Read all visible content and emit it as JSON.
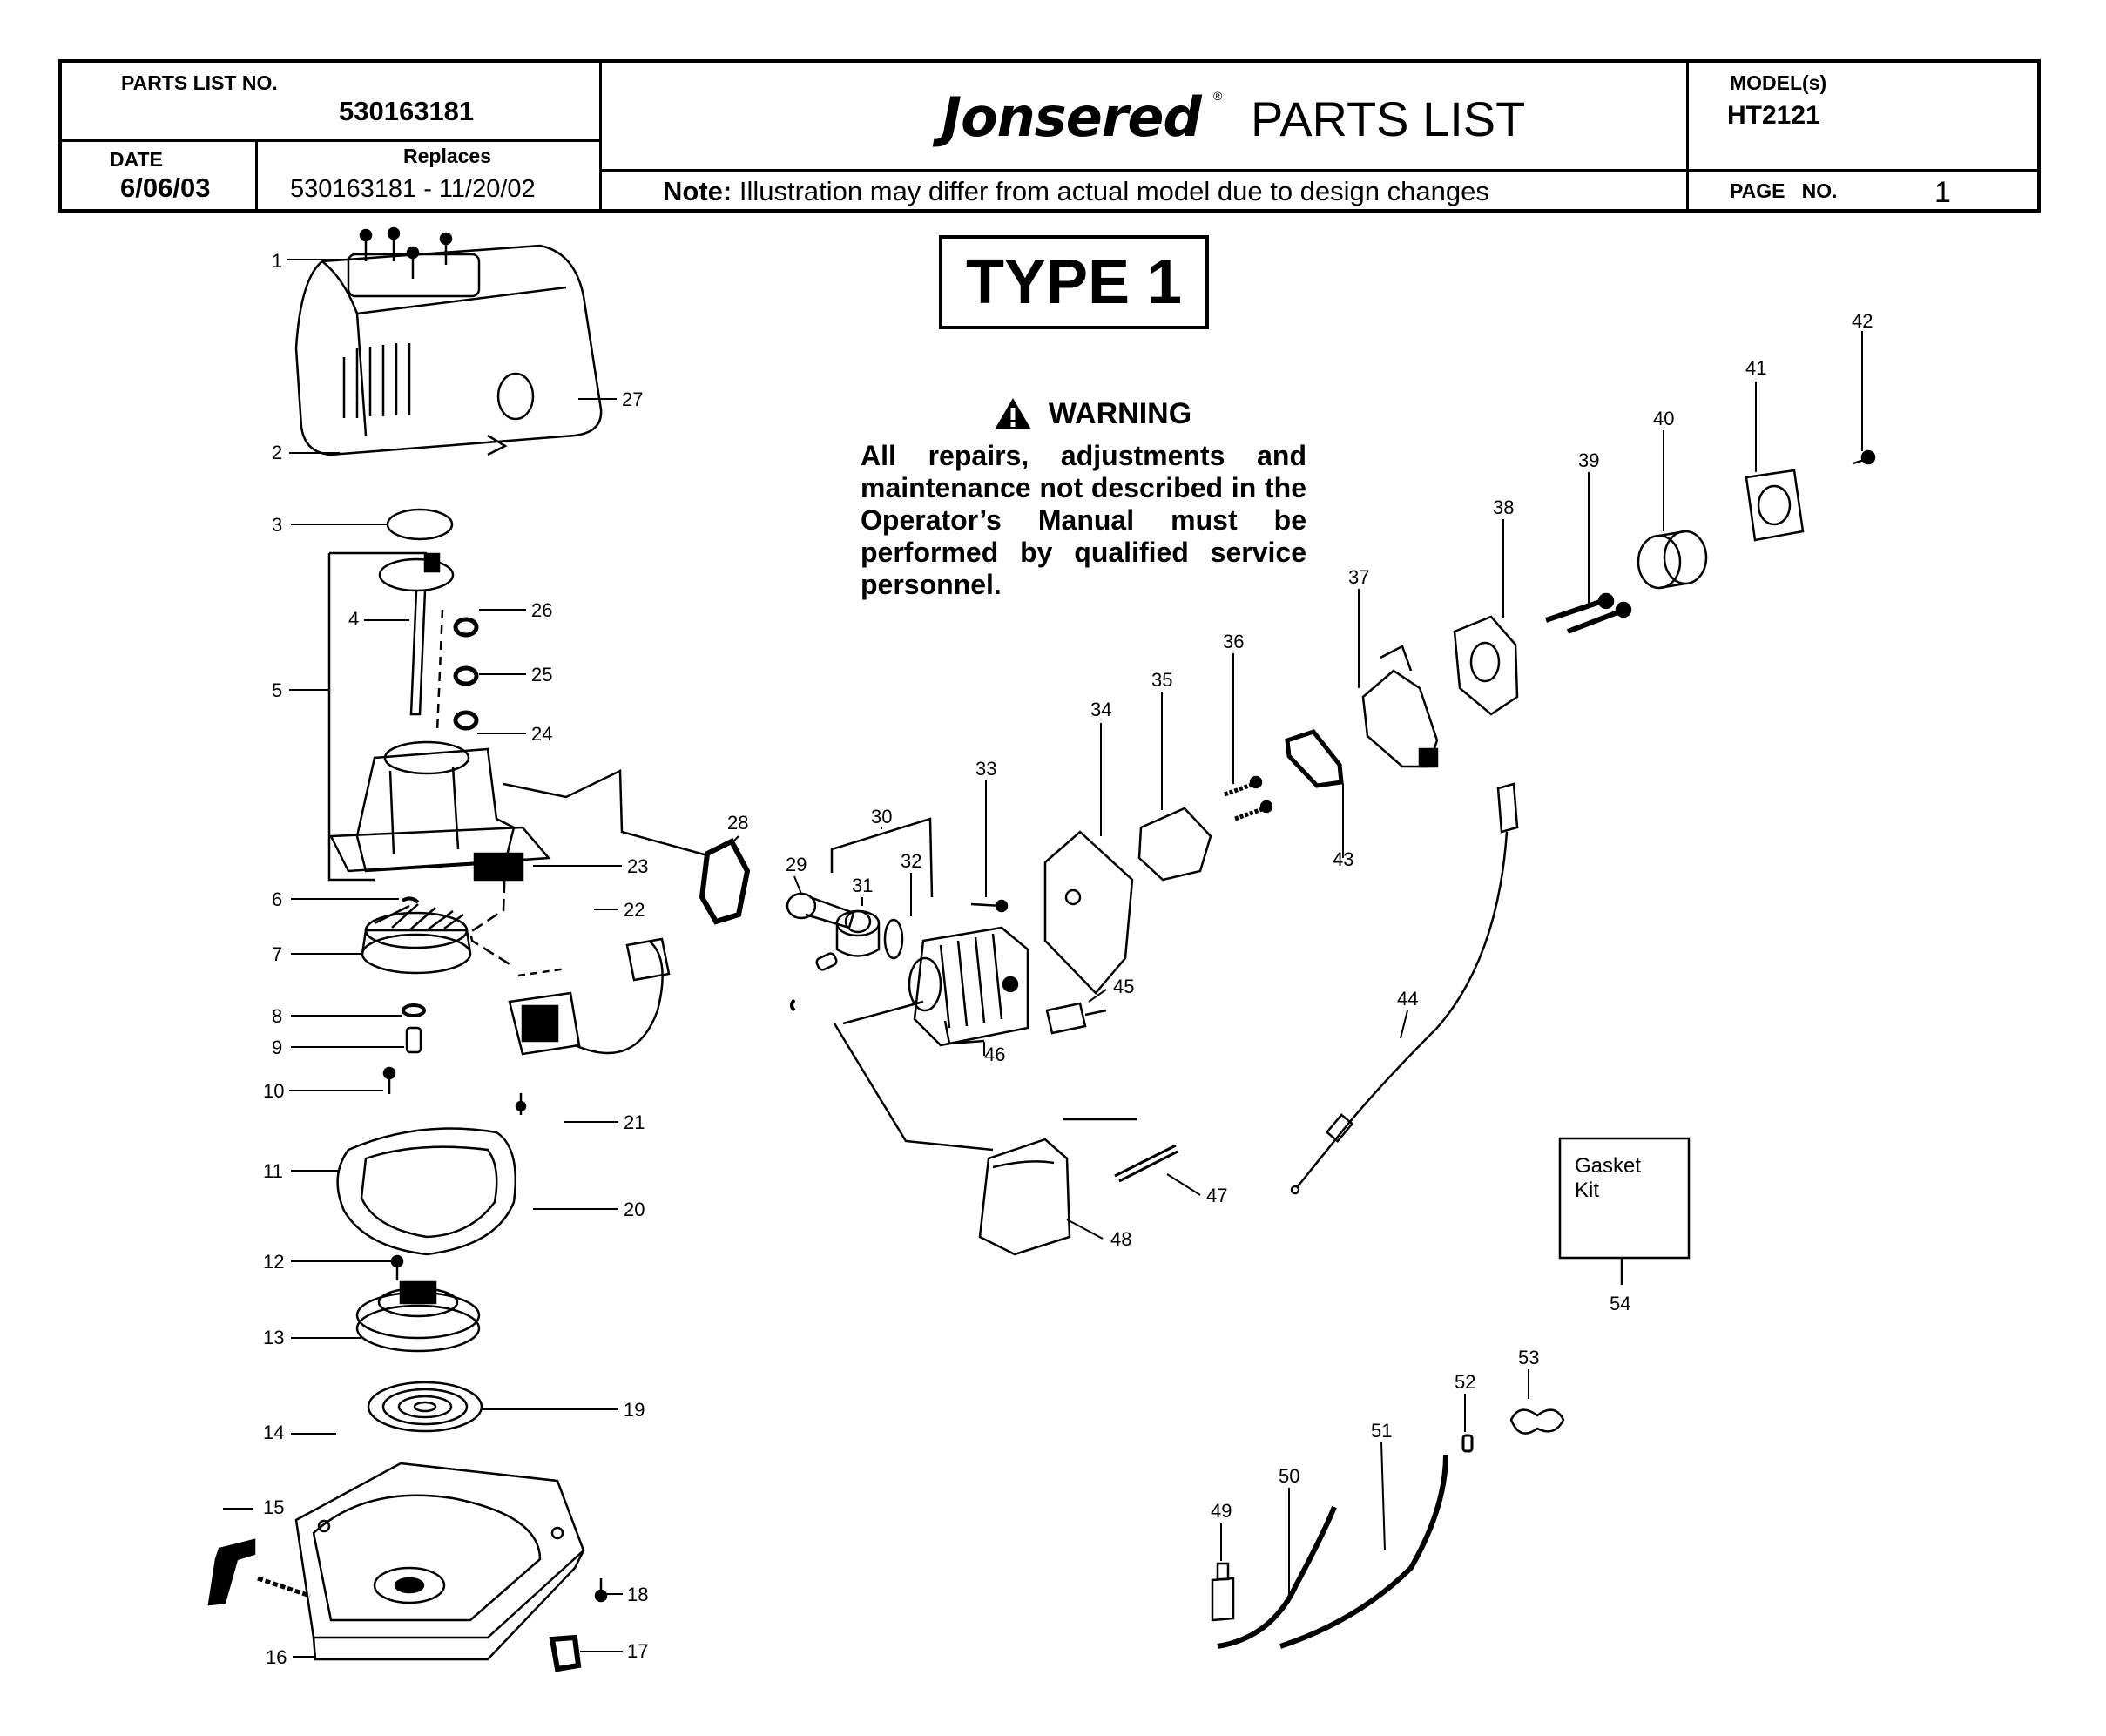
{
  "header": {
    "parts_list_no_label": "PARTS LIST NO.",
    "parts_list_no": "530163181",
    "date_label": "DATE",
    "date": "6/06/03",
    "replaces_label": "Replaces",
    "replaces": "530163181 - 11/20/02",
    "brand": "Jonsered",
    "brand_mark": "®",
    "title": "PARTS LIST",
    "note_label": "Note:",
    "note_text": "Illustration may differ from actual model due to design changes",
    "model_label": "MODEL(s)",
    "model": "HT2121",
    "page_label": "PAGE   NO.",
    "page_no": "1"
  },
  "type_label": "TYPE 1",
  "warning": {
    "heading": "WARNING",
    "text": "All repairs, adjustments and maintenance not described in the Operator’s Manual must be performed by qualified service personnel."
  },
  "gasket_kit": {
    "line1": "Gasket",
    "line2": "Kit",
    "number": "54"
  },
  "callouts": [
    "1",
    "2",
    "3",
    "4",
    "5",
    "6",
    "7",
    "8",
    "9",
    "10",
    "11",
    "12",
    "13",
    "14",
    "15",
    "16",
    "17",
    "18",
    "19",
    "20",
    "21",
    "22",
    "23",
    "24",
    "25",
    "26",
    "27",
    "28",
    "29",
    "30",
    "31",
    "32",
    "33",
    "34",
    "35",
    "36",
    "37",
    "38",
    "39",
    "40",
    "41",
    "42",
    "43",
    "44",
    "45",
    "46",
    "47",
    "48",
    "49",
    "50",
    "51",
    "52",
    "53"
  ],
  "colors": {
    "ink": "#000000",
    "paper": "#ffffff"
  }
}
